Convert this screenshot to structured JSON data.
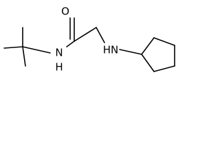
{
  "molecule": {
    "atom_labels": {
      "carbonyl_oxygen": "O",
      "amide_nitrogen": "N",
      "amide_hydrogen": "H",
      "amine_group": "HN"
    }
  },
  "colors": {
    "bond": "#000000",
    "text": "#000000",
    "background": "#ffffff"
  }
}
